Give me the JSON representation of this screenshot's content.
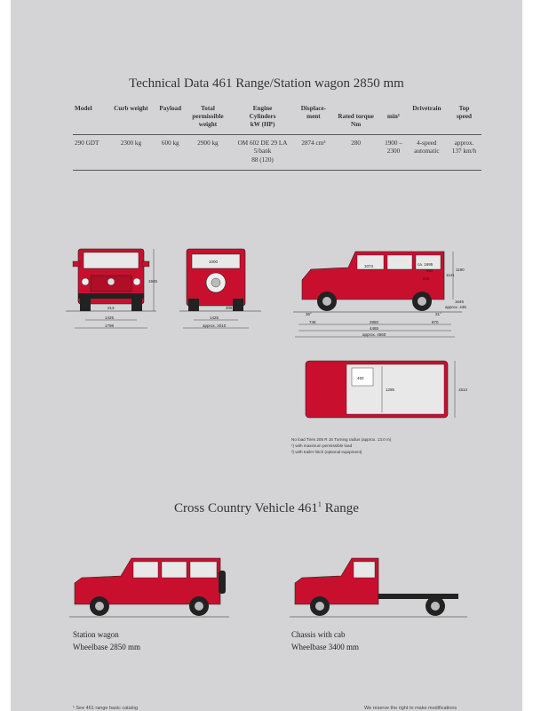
{
  "page": {
    "title": "Technical Data 461 Range/Station wagon 2850 mm",
    "section_title": "Cross Country Vehicle 461",
    "section_title_sup": "1",
    "section_title_suffix": " Range"
  },
  "table": {
    "headers": [
      "Model",
      "Curb weight",
      "Payload",
      "Total\npermissible\nweight",
      "Engine\nCylinders\nkW (HP)",
      "Displace-\nment",
      "Rated torque\nNm",
      "min¹",
      "Drivetrain",
      "Top\nspeed"
    ],
    "rows": [
      [
        "290 GDT",
        "2300 kg",
        "600 kg",
        "2900 kg",
        "OM 602 DE 29 LA\n5/bank\n88 (120)",
        "2874 cm³",
        "280",
        "1900 –\n2300",
        "4-speed\nautomatic",
        "approx.\n137 km/h"
      ]
    ]
  },
  "dimensions": {
    "front_height": "1945",
    "front_track": "1425",
    "front_width": "1798",
    "front_clearance": "213",
    "rear_top": "1000",
    "rear_track": "1425",
    "rear_width": "approx. 2010",
    "rear_clearance": "206",
    "side_inner_height": "1074",
    "side_cab_height": "ca. 1695",
    "side_cab_inner": "885",
    "side_roof": "1190",
    "side_body": "1141",
    "side_rear_len": "820",
    "side_overall_height": "1645",
    "side_max_height": "approx. 448",
    "side_front_angle": "36°",
    "side_rear_angle": "31°",
    "side_front_overhang": "745",
    "side_wheelbase": "2850",
    "side_rear_overhang": "870",
    "side_length": "4465",
    "side_length_total": "approx. 4560",
    "top_load_len": "1295",
    "top_width": "1514",
    "top_seat": "450"
  },
  "notes": [
    "No load   Tires 205 R 16   Turning radius (approx. 13.0 m)",
    "¹) with maximum permissible load",
    "²) with trailer hitch (optional equipment)"
  ],
  "captions": {
    "left_title": "Station wagon",
    "left_sub": "Wheelbase 2850 mm",
    "right_title": "Chassis with cab",
    "right_sub": "Wheelbase 3400 mm"
  },
  "footer": {
    "left": "¹ See 461 range basic catalog",
    "right": "We reserve the right to make modifications"
  },
  "colors": {
    "vehicle_red": "#c8102e",
    "paper": "#d4d4d6"
  }
}
